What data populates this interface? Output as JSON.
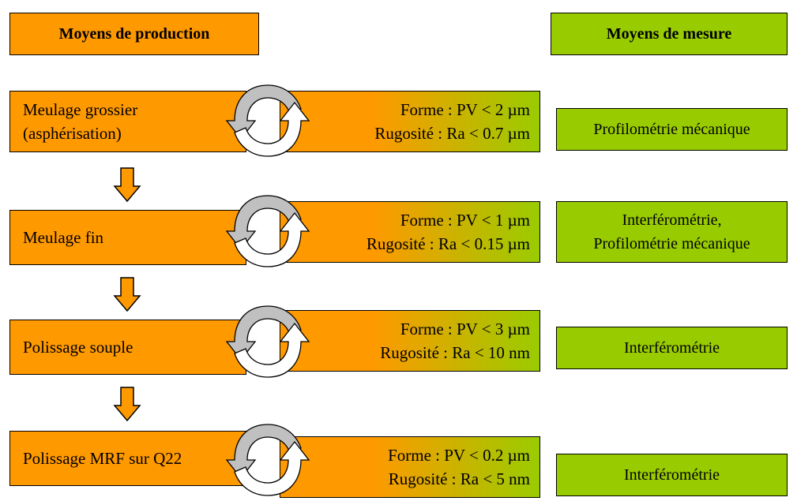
{
  "headers": {
    "production": "Moyens de production",
    "measure": "Moyens de mesure"
  },
  "steps": [
    {
      "process_lines": [
        "Meulage grossier",
        "(asphérisation)"
      ],
      "forme": "Forme : PV < 2 µm",
      "rugosite": "Rugosité : Ra < 0.7 µm",
      "measure_lines": [
        "Profilométrie mécanique"
      ]
    },
    {
      "process_lines": [
        "Meulage fin"
      ],
      "forme": "Forme : PV < 1 µm",
      "rugosite": "Rugosité : Ra < 0.15 µm",
      "measure_lines": [
        "Interférométrie,",
        "Profilométrie mécanique"
      ]
    },
    {
      "process_lines": [
        "Polissage souple"
      ],
      "forme": "Forme : PV < 3 µm",
      "rugosite": "Rugosité : Ra < 10 nm",
      "measure_lines": [
        "Interférométrie"
      ]
    },
    {
      "process_lines": [
        "Polissage MRF sur Q22"
      ],
      "forme": "Forme : PV < 0.2 µm",
      "rugosite": "Rugosité : Ra < 5 nm",
      "measure_lines": [
        "Interférométrie"
      ]
    }
  ],
  "colors": {
    "production": "#ff9900",
    "measure": "#99cc00",
    "cycle_arrow_fill": "#c0c0c0"
  },
  "icons": {
    "cycle": "circular-arrows-icon",
    "down": "down-arrow-icon"
  }
}
